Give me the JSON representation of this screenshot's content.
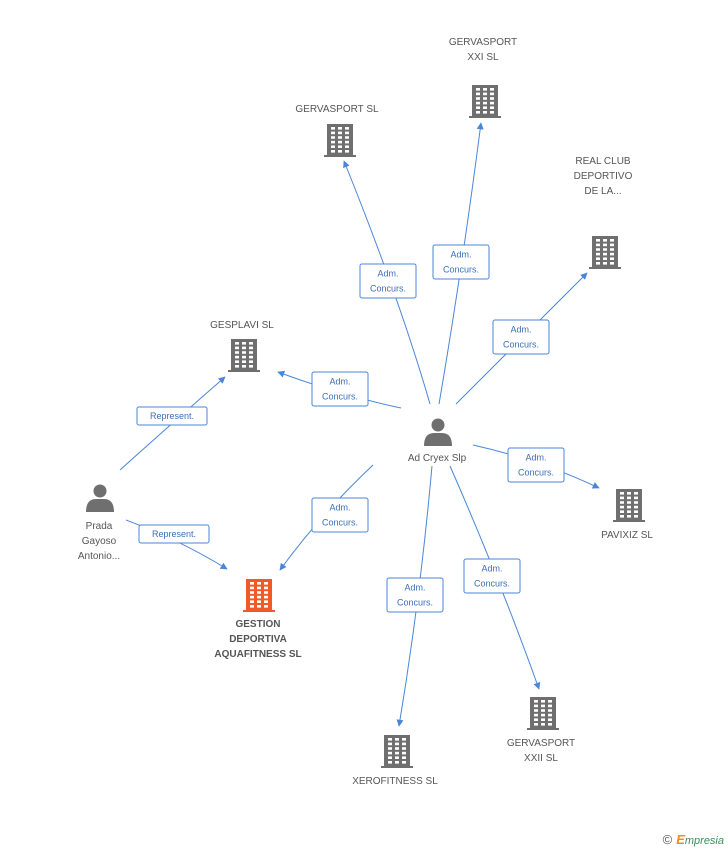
{
  "diagram": {
    "nodes": [
      {
        "id": "gervasport_xxi",
        "type": "company",
        "label_lines": [
          "GERVASPORT",
          "XXI SL"
        ],
        "highlight": false
      },
      {
        "id": "gervasport",
        "type": "company",
        "label_lines": [
          "GERVASPORT SL"
        ],
        "highlight": false
      },
      {
        "id": "real_club",
        "type": "company",
        "label_lines": [
          "REAL CLUB",
          "DEPORTIVO",
          "DE LA..."
        ],
        "highlight": false
      },
      {
        "id": "gesplavi",
        "type": "company",
        "label_lines": [
          "GESPLAVI SL"
        ],
        "highlight": false
      },
      {
        "id": "ad_cryex",
        "type": "person",
        "label_lines": [
          "Ad Cryex Slp"
        ],
        "highlight": false
      },
      {
        "id": "prada",
        "type": "person",
        "label_lines": [
          "Prada",
          "Gayoso",
          "Antonio..."
        ],
        "highlight": false
      },
      {
        "id": "pavixiz",
        "type": "company",
        "label_lines": [
          "PAVIXIZ SL"
        ],
        "highlight": false
      },
      {
        "id": "gestion",
        "type": "company",
        "label_lines": [
          "GESTION",
          "DEPORTIVA",
          "AQUAFITNESS SL"
        ],
        "highlight": true
      },
      {
        "id": "gervasport_xxii",
        "type": "company",
        "label_lines": [
          "GERVASPORT",
          "XXII SL"
        ],
        "highlight": false
      },
      {
        "id": "xerofitness",
        "type": "company",
        "label_lines": [
          "XEROFITNESS SL"
        ],
        "highlight": false
      }
    ],
    "edges": [
      {
        "from": "ad_cryex",
        "to": "gervasport",
        "label_lines": [
          "Adm.",
          "Concurs."
        ]
      },
      {
        "from": "ad_cryex",
        "to": "gervasport_xxi",
        "label_lines": [
          "Adm.",
          "Concurs."
        ]
      },
      {
        "from": "ad_cryex",
        "to": "real_club",
        "label_lines": [
          "Adm.",
          "Concurs."
        ]
      },
      {
        "from": "ad_cryex",
        "to": "gesplavi",
        "label_lines": [
          "Adm.",
          "Concurs."
        ]
      },
      {
        "from": "ad_cryex",
        "to": "pavixiz",
        "label_lines": [
          "Adm.",
          "Concurs."
        ]
      },
      {
        "from": "ad_cryex",
        "to": "gestion",
        "label_lines": [
          "Adm.",
          "Concurs."
        ]
      },
      {
        "from": "ad_cryex",
        "to": "xerofitness",
        "label_lines": [
          "Adm.",
          "Concurs."
        ]
      },
      {
        "from": "ad_cryex",
        "to": "gervasport_xxii",
        "label_lines": [
          "Adm.",
          "Concurs."
        ]
      },
      {
        "from": "prada",
        "to": "gesplavi",
        "label_lines": [
          "Represent."
        ]
      },
      {
        "from": "prada",
        "to": "gestion",
        "label_lines": [
          "Represent."
        ]
      }
    ]
  },
  "colors": {
    "edge": "#4a86d8",
    "icon": "#6f6f6f",
    "highlight_icon": "#f05a28"
  },
  "footer": {
    "copyright_symbol": "©",
    "brand_initial": "E",
    "brand_rest": "mpresia"
  }
}
